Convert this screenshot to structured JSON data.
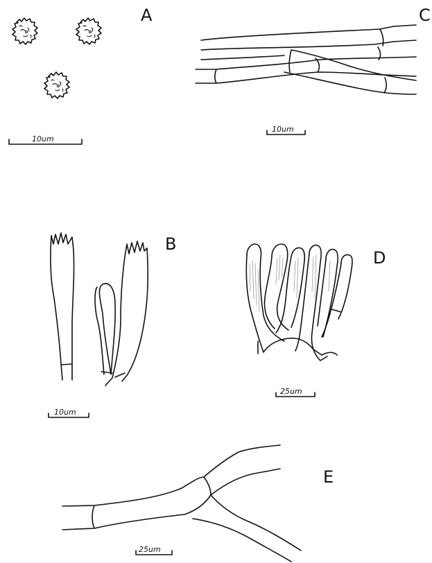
{
  "panels": {
    "a": {
      "letter": "A",
      "scale": "10um"
    },
    "b": {
      "letter": "B",
      "scale": "10um"
    },
    "c": {
      "letter": "C",
      "scale": "10um"
    },
    "d": {
      "letter": "D",
      "scale": "25um"
    },
    "e": {
      "letter": "E",
      "scale": "25um"
    }
  }
}
